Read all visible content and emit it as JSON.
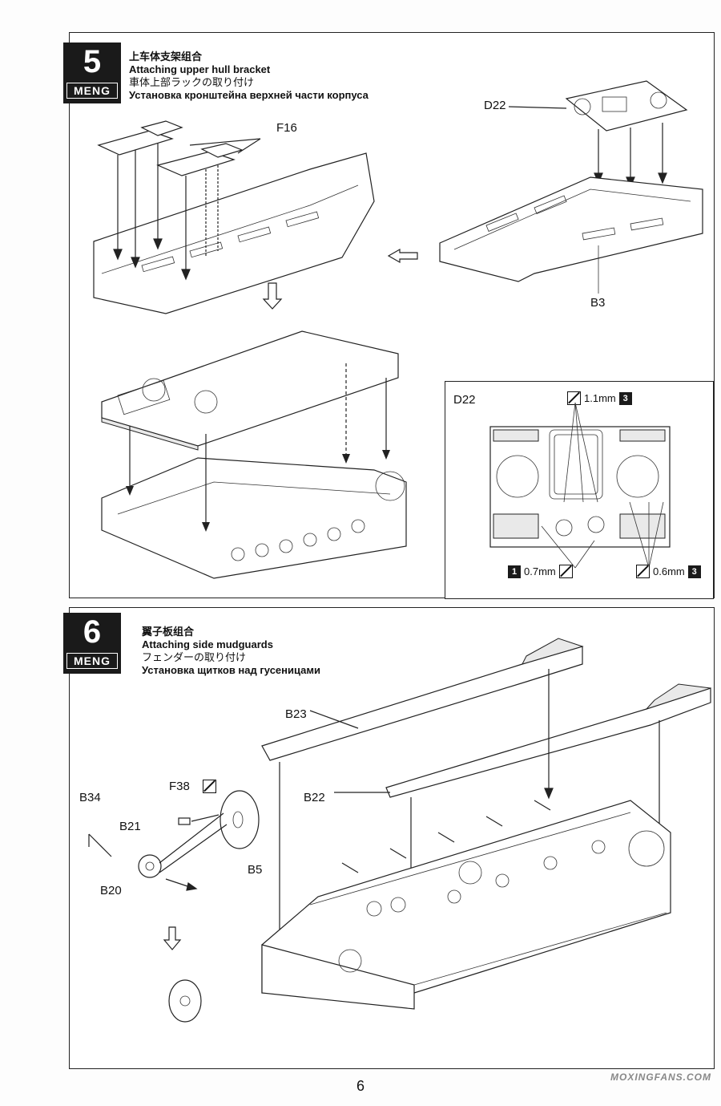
{
  "step5": {
    "number": "5",
    "brand": "MENG",
    "title_zh": "上车体支架组合",
    "title_en": "Attaching upper hull bracket",
    "title_ja": "車体上部ラックの取り付け",
    "title_ru": "Установка кронштейна верхней части корпуса",
    "labels": {
      "f16": "F16",
      "d22": "D22",
      "b3": "B3"
    },
    "detail": {
      "title": "D22",
      "drill_top": {
        "size": "1.1mm",
        "count": "3"
      },
      "drill_left": {
        "count": "1",
        "size": "0.7mm"
      },
      "drill_right": {
        "size": "0.6mm",
        "count": "3"
      }
    }
  },
  "step6": {
    "number": "6",
    "brand": "MENG",
    "title_zh": "翼子板组合",
    "title_en": "Attaching side mudguards",
    "title_ja": "フェンダーの取り付け",
    "title_ru": "Установка щитков над гусеницами",
    "labels": {
      "b23": "B23",
      "b22": "B22",
      "f38": "F38",
      "b34": "B34",
      "b21": "B21",
      "b20": "B20",
      "b5": "B5"
    }
  },
  "page_number": "6",
  "watermark": "MOXINGFANS.COM"
}
